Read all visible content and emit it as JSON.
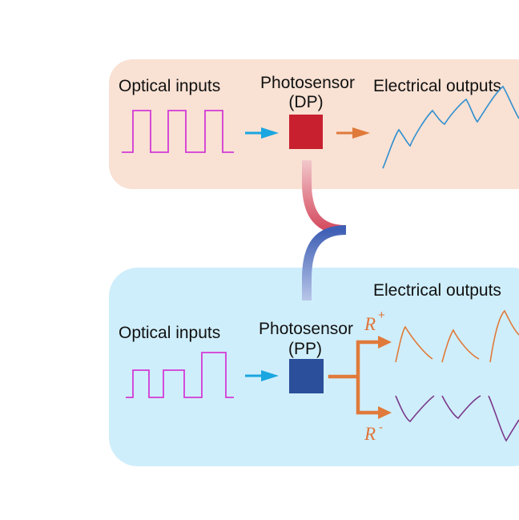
{
  "top_panel": {
    "optical_label": "Optical inputs",
    "sensor_label": "Photosensor",
    "sensor_type": "(DP)",
    "output_label": "Electrical outputs",
    "bg_color": "#f9e1d3",
    "sensor_color": "#c8202f",
    "input_wave_color": "#d23ad6",
    "output_wave_color": "#2f8fd0"
  },
  "bottom_panel": {
    "optical_label": "Optical inputs",
    "sensor_label": "Photosensor",
    "sensor_type": "(PP)",
    "output_label": "Electrical outputs",
    "r_plus_symbol": "R",
    "r_plus_sign": "+",
    "r_minus_symbol": "R",
    "r_minus_sign": "-",
    "bg_color": "#cfeefb",
    "sensor_color": "#2b4f9a",
    "input_wave_color": "#d23ad6",
    "r_plus_wave_color": "#e07a3a",
    "r_minus_wave_color": "#7a3a8c"
  },
  "arrows": {
    "input_arrow_color": "#1aa6e0",
    "output_arrow_color": "#e07a3a"
  },
  "connector": {
    "top_color": "#e08a96",
    "bottom_color": "#5a7bc2",
    "merged_color": "#8a4ab8"
  }
}
